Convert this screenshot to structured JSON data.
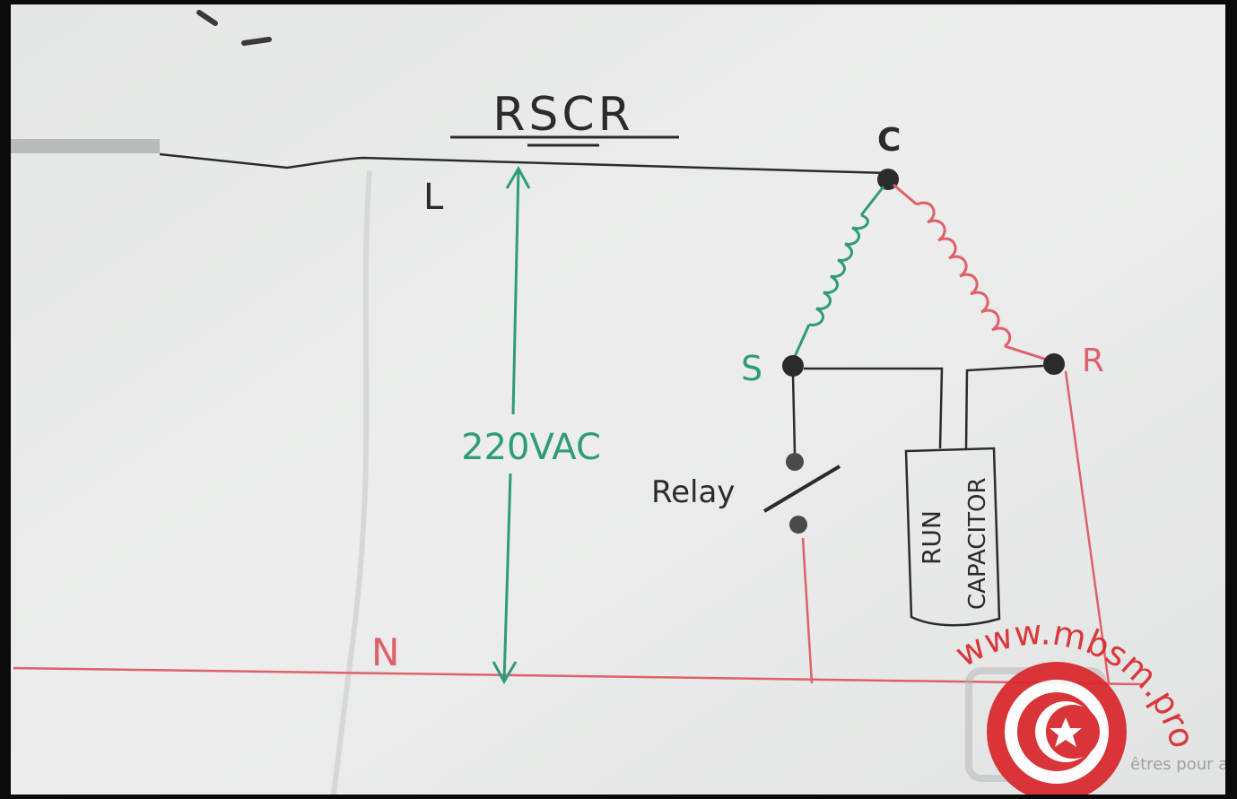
{
  "diagram": {
    "title": "RSCR",
    "labels": {
      "line": "L",
      "neutral": "N",
      "common": "C",
      "start": "S",
      "run": "R",
      "voltage": "220VAC",
      "relay": "Relay",
      "capacitor_line1": "RUN",
      "capacitor_line2": "CAPACITOR"
    },
    "colors": {
      "paper": "#e9ebea",
      "ink_black": "#2b2b2b",
      "ink_green": "#2e9b7a",
      "ink_red": "#e0606a",
      "watermark_red": "#d9262b"
    }
  },
  "watermark": {
    "url_text": "www.mbsm.pro",
    "overlay_text": "êtres pour a"
  }
}
